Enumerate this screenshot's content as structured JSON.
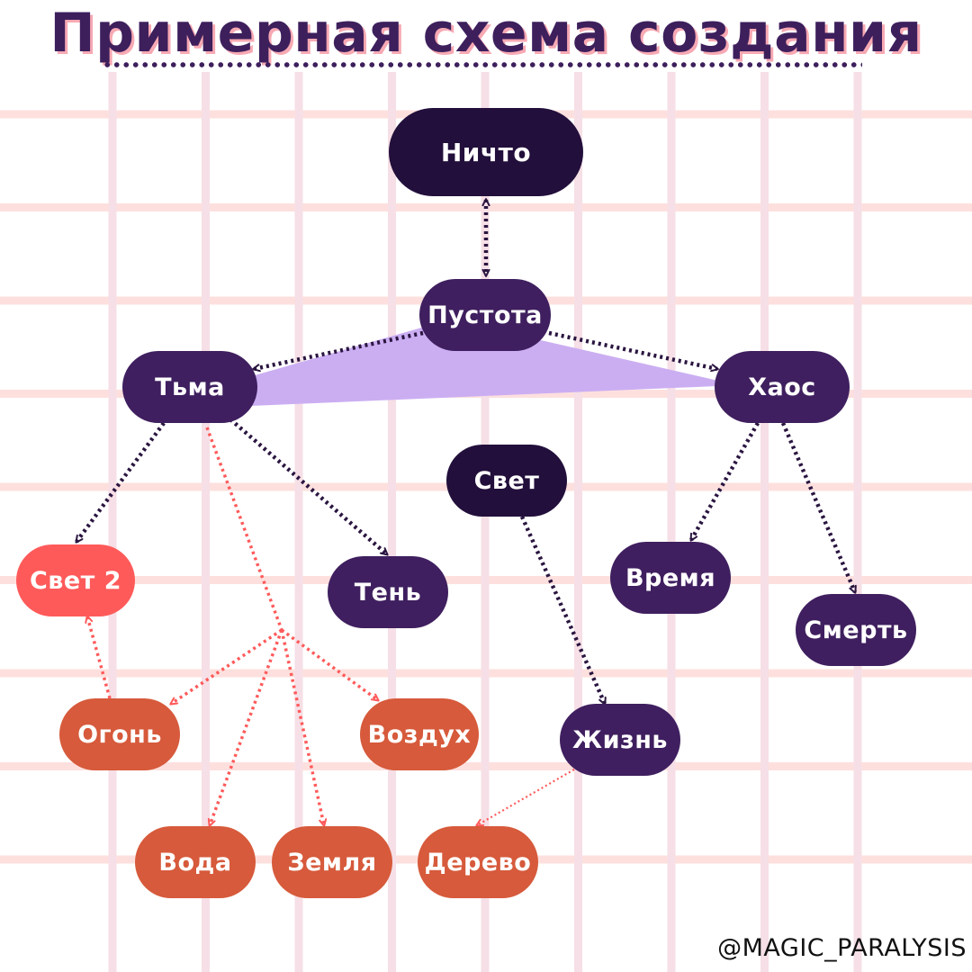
{
  "title": "Примерная схема создания",
  "credit": "@MAGIC_PARALYSIS",
  "colors": {
    "dark_node": "#220f3b",
    "purple_node": "#3f1f5f",
    "coral_node": "#ff5a5a",
    "rust_node": "#d65a3b",
    "arrow_dark": "#2a1540",
    "arrow_red": "#ff5a5a",
    "band": "#cbaef2"
  },
  "nodes": {
    "nichto": "Ничто",
    "pustota": "Пустота",
    "tma": "Тьма",
    "haos": "Хаос",
    "svet": "Свет",
    "svet2": "Свет 2",
    "ten": "Тень",
    "vremya": "Время",
    "smert": "Смерть",
    "ogon": "Огонь",
    "vozduh": "Воздух",
    "zhizn": "Жизнь",
    "voda": "Вода",
    "zemlya": "Земля",
    "derevo": "Дерево"
  },
  "connections": [
    {
      "from": "nichto",
      "to": "pustota",
      "style": "dark",
      "bidirectional": true
    },
    {
      "from": "pustota",
      "to": "tma",
      "style": "dark"
    },
    {
      "from": "pustota",
      "to": "haos",
      "style": "dark"
    },
    {
      "from": "tma",
      "to": "svet2",
      "style": "dark"
    },
    {
      "from": "tma",
      "to": "ten",
      "style": "dark"
    },
    {
      "from": "haos",
      "to": "vremya",
      "style": "dark"
    },
    {
      "from": "haos",
      "to": "smert",
      "style": "dark"
    },
    {
      "from": "svet",
      "to": "zhizn",
      "style": "dark"
    },
    {
      "from": "tma",
      "to": "ogon",
      "style": "red",
      "via_branch": true
    },
    {
      "from": "tma",
      "to": "vozduh",
      "style": "red",
      "via_branch": true
    },
    {
      "from": "tma",
      "to": "voda",
      "style": "red",
      "via_branch": true
    },
    {
      "from": "tma",
      "to": "zemlya",
      "style": "red",
      "via_branch": true
    },
    {
      "from": "ogon",
      "to": "svet2",
      "style": "red"
    },
    {
      "from": "zhizn",
      "to": "derevo",
      "style": "red-thin"
    }
  ]
}
